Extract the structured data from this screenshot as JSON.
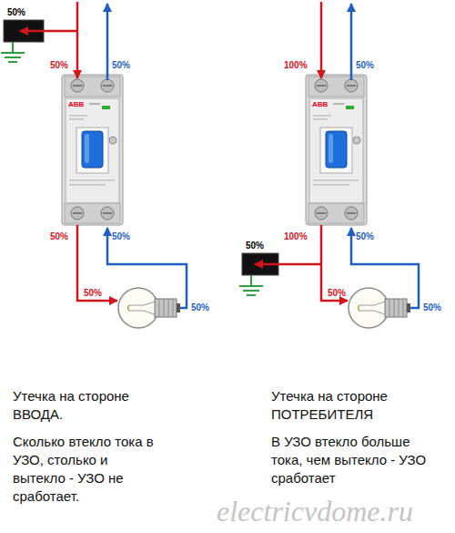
{
  "diagram": {
    "nodes": [
      {
        "text": [
          "50%"
        ]
      },
      {
        "text": [
          "50%"
        ]
      }
    ],
    "labels": [
      "50%",
      "50%",
      "ABB",
      "50%",
      "50%",
      "50%",
      "50%",
      "100%",
      "50%",
      "ABB",
      "100%",
      "50%",
      "50%",
      "50%",
      "Утечка на стороне ВВОДА.",
      "Сколько втекло тока в УЗО, столько и вытекло - УЗО не сработает.",
      "Утечка на стороне ПОТРЕБИТЕЛЯ",
      "В УЗО втекло больше тока, чем вытекло - УЗО сработает",
      "electricvdome.ru"
    ]
  }
}
